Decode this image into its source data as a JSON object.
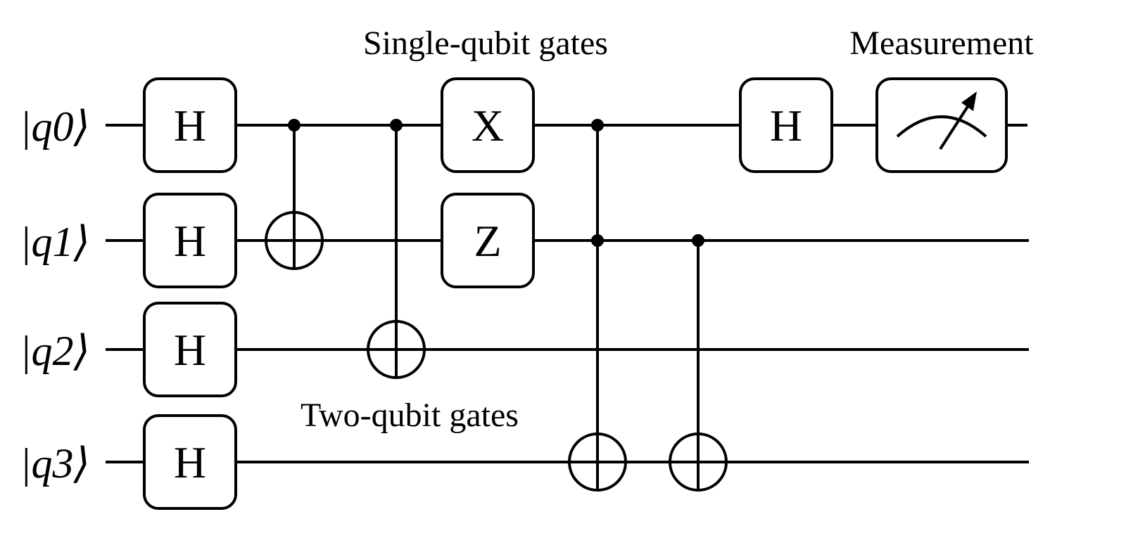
{
  "annotations": {
    "single_qubit": "Single-qubit gates",
    "measurement": "Measurement",
    "two_qubit": "Two-qubit gates"
  },
  "qubits": [
    "|q0⟩",
    "|q1⟩",
    "|q2⟩",
    "|q3⟩"
  ],
  "gates": [
    {
      "type": "single",
      "label": "H",
      "qubit": 0,
      "step": 0
    },
    {
      "type": "single",
      "label": "H",
      "qubit": 1,
      "step": 0
    },
    {
      "type": "single",
      "label": "H",
      "qubit": 2,
      "step": 0
    },
    {
      "type": "single",
      "label": "H",
      "qubit": 3,
      "step": 0
    },
    {
      "type": "cnot",
      "control": 0,
      "target": 1,
      "step": 1
    },
    {
      "type": "cnot",
      "control": 0,
      "target": 2,
      "step": 2
    },
    {
      "type": "single",
      "label": "X",
      "qubit": 0,
      "step": 3
    },
    {
      "type": "single",
      "label": "Z",
      "qubit": 1,
      "step": 3
    },
    {
      "type": "toffoli",
      "controls": [
        0,
        1
      ],
      "target": 3,
      "step": 4
    },
    {
      "type": "cnot",
      "control": 1,
      "target": 3,
      "step": 5
    },
    {
      "type": "single",
      "label": "H",
      "qubit": 0,
      "step": 6
    },
    {
      "type": "measure",
      "qubit": 0,
      "step": 7
    }
  ]
}
